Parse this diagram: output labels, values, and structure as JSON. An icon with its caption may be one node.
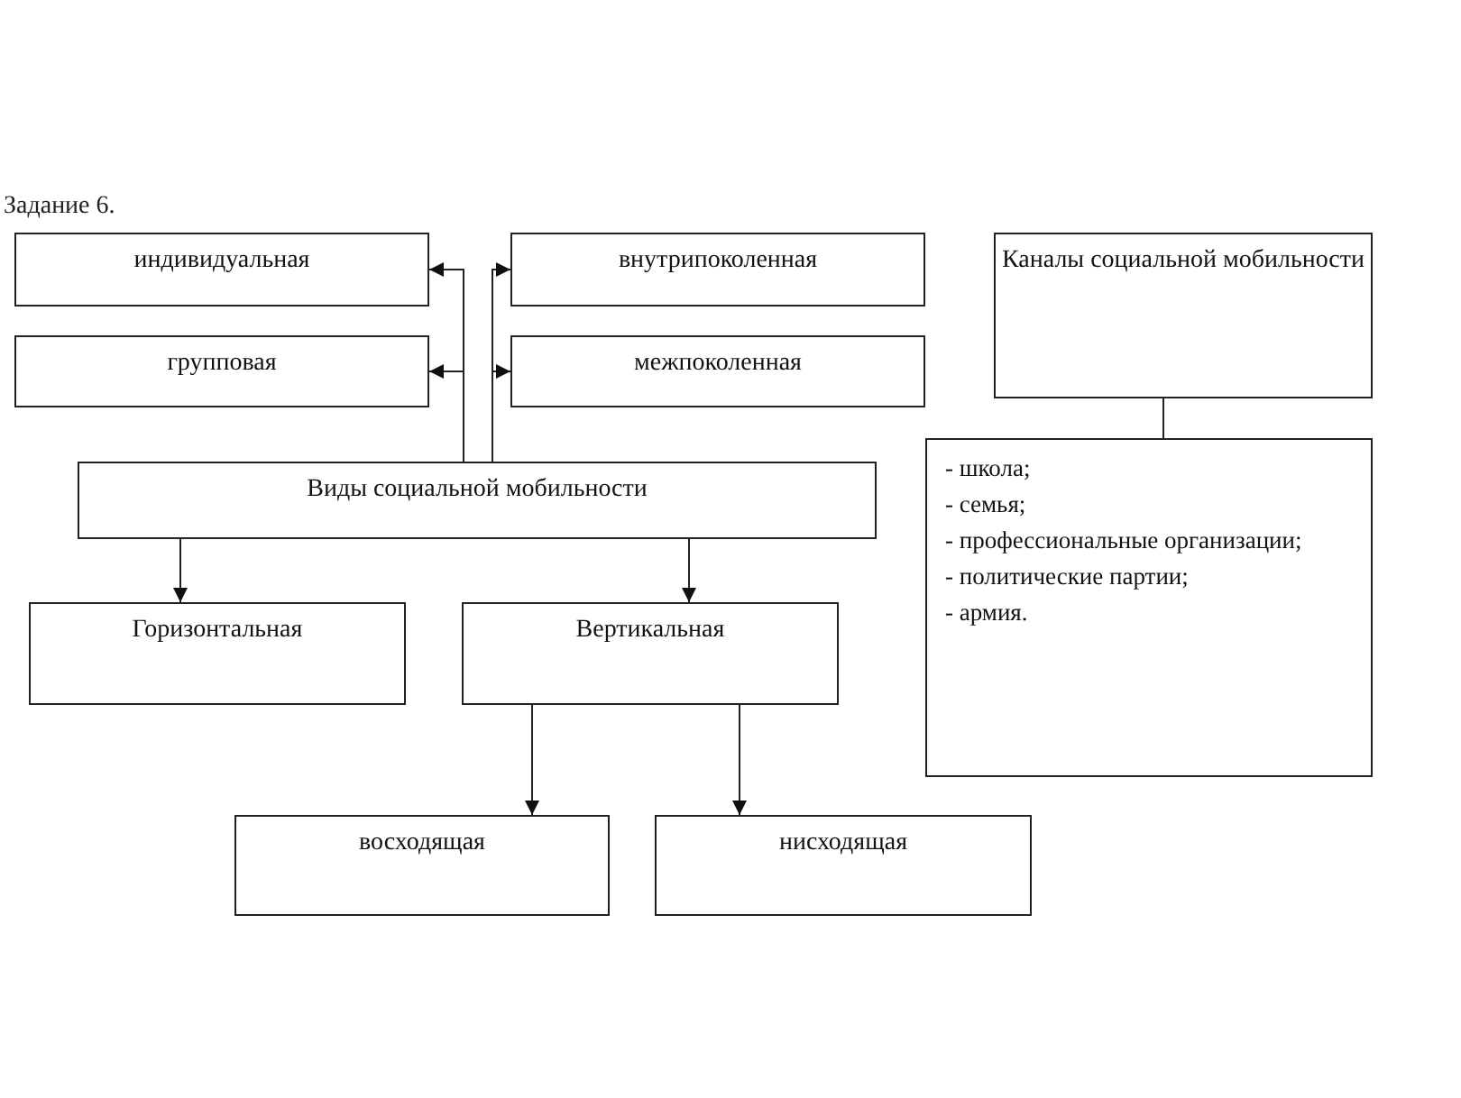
{
  "diagram": {
    "title": "Задание 6.",
    "nodes": [
      {
        "text": [
          "индивидуальная"
        ]
      },
      {
        "text": [
          "внутрипоколенная"
        ]
      },
      {
        "text": [
          "групповая"
        ]
      },
      {
        "text": [
          "межпоколенная"
        ]
      },
      {
        "text": [
          "Виды социальной мобильности"
        ]
      },
      {
        "text": [
          "Горизонтальная"
        ]
      },
      {
        "text": [
          "Вертикальная"
        ]
      },
      {
        "text": [
          "восходящая"
        ]
      },
      {
        "text": [
          "нисходящая"
        ]
      },
      {
        "text": [
          "Каналы социальной мобильности"
        ]
      },
      {
        "text": [
          "- школа;",
          "- семья;",
          "- профессиональные организации;",
          "- политические партии;",
          "- армия."
        ]
      }
    ],
    "edges": [
      {
        "from": 4,
        "to": 0,
        "arrow": "to"
      },
      {
        "from": 4,
        "to": 2,
        "arrow": "to"
      },
      {
        "from": 4,
        "to": 1,
        "arrow": "to"
      },
      {
        "from": 4,
        "to": 3,
        "arrow": "to"
      },
      {
        "from": 4,
        "to": 5,
        "arrow": "to"
      },
      {
        "from": 4,
        "to": 6,
        "arrow": "to"
      },
      {
        "from": 6,
        "to": 7,
        "arrow": "to"
      },
      {
        "from": 6,
        "to": 8,
        "arrow": "to"
      },
      {
        "from": 9,
        "to": 10,
        "arrow": "none"
      }
    ]
  }
}
